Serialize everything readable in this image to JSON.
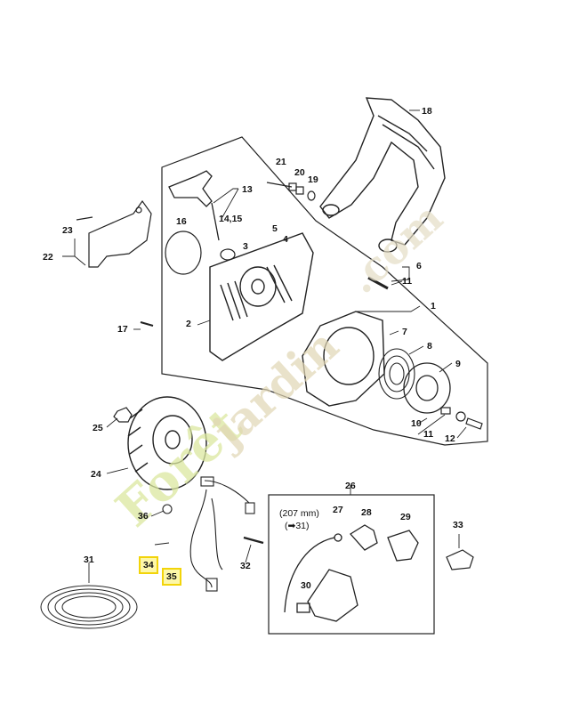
{
  "labels": {
    "p1": "1",
    "p2": "2",
    "p3": "3",
    "p4": "4",
    "p5": "5",
    "p6": "6",
    "p7": "7",
    "p8": "8",
    "p9": "9",
    "p10": "10",
    "p11a": "11",
    "p11b": "11",
    "p12": "12",
    "p13": "13",
    "p14_15": "14,15",
    "p16": "16",
    "p17": "17",
    "p18": "18",
    "p19": "19",
    "p20": "20",
    "p21": "21",
    "p22": "22",
    "p23": "23",
    "p24": "24",
    "p25": "25",
    "p26": "26",
    "p27": "27",
    "p28": "28",
    "p29": "29",
    "p30": "30",
    "p31a": "31",
    "p31b": "31",
    "p32": "32",
    "p33": "33",
    "p34": "34",
    "p35": "35",
    "p36": "36",
    "cable_len": "(207 mm)"
  },
  "watermark": {
    "text1": "Forêt",
    "text2": "jardin",
    "text3": ".com",
    "color": "#d9e89a"
  },
  "highlight_color": "#f2d40a",
  "highlighted_parts": [
    "34",
    "35"
  ]
}
